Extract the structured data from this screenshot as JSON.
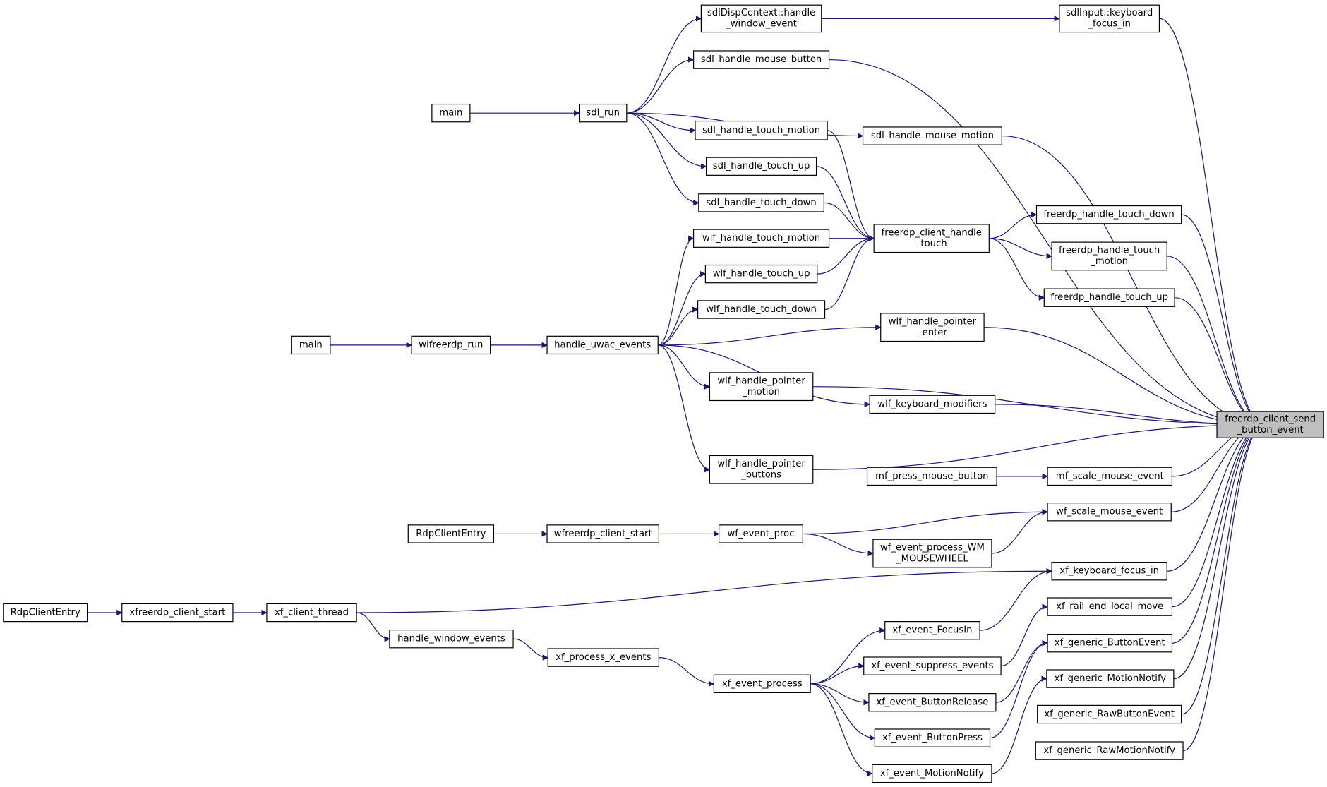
{
  "colors": {
    "edge": "#191970",
    "node_fill": "#ffffff",
    "highlight_fill": "#bfbfbf",
    "node_stroke": "#000000"
  },
  "nodes": [
    {
      "id": "target",
      "lines": [
        "freerdp_client_send",
        "_button_event"
      ],
      "highlight": true
    },
    {
      "id": "sdlinput_kbfocus",
      "lines": [
        "sdlInput::keyboard",
        "_focus_in"
      ]
    },
    {
      "id": "sdldisp_winevent",
      "lines": [
        "sdlDispContext::handle",
        "_window_event"
      ]
    },
    {
      "id": "sdl_mouse_button",
      "lines": [
        "sdl_handle_mouse_button"
      ]
    },
    {
      "id": "main_sdl",
      "lines": [
        "main"
      ]
    },
    {
      "id": "sdl_run",
      "lines": [
        "sdl_run"
      ]
    },
    {
      "id": "sdl_mouse_motion",
      "lines": [
        "sdl_handle_mouse_motion"
      ]
    },
    {
      "id": "sdl_touch_motion",
      "lines": [
        "sdl_handle_touch_motion"
      ]
    },
    {
      "id": "sdl_touch_up",
      "lines": [
        "sdl_handle_touch_up"
      ]
    },
    {
      "id": "sdl_touch_down",
      "lines": [
        "sdl_handle_touch_down"
      ]
    },
    {
      "id": "fr_handle_touch",
      "lines": [
        "freerdp_client_handle",
        "_touch"
      ]
    },
    {
      "id": "fr_touch_down",
      "lines": [
        "freerdp_handle_touch_down"
      ]
    },
    {
      "id": "fr_touch_motion",
      "lines": [
        "freerdp_handle_touch",
        "_motion"
      ]
    },
    {
      "id": "fr_touch_up",
      "lines": [
        "freerdp_handle_touch_up"
      ]
    },
    {
      "id": "wlf_touch_motion",
      "lines": [
        "wlf_handle_touch_motion"
      ]
    },
    {
      "id": "wlf_touch_up",
      "lines": [
        "wlf_handle_touch_up"
      ]
    },
    {
      "id": "wlf_touch_down",
      "lines": [
        "wlf_handle_touch_down"
      ]
    },
    {
      "id": "main_wlf",
      "lines": [
        "main"
      ]
    },
    {
      "id": "wlfreerdp_run",
      "lines": [
        "wlfreerdp_run"
      ]
    },
    {
      "id": "handle_uwac",
      "lines": [
        "handle_uwac_events"
      ]
    },
    {
      "id": "wlf_ptr_enter",
      "lines": [
        "wlf_handle_pointer",
        "_enter"
      ]
    },
    {
      "id": "wlf_ptr_motion",
      "lines": [
        "wlf_handle_pointer",
        "_motion"
      ]
    },
    {
      "id": "wlf_kb_mod",
      "lines": [
        "wlf_keyboard_modifiers"
      ]
    },
    {
      "id": "wlf_ptr_buttons",
      "lines": [
        "wlf_handle_pointer",
        "_buttons"
      ]
    },
    {
      "id": "mf_press",
      "lines": [
        "mf_press_mouse_button"
      ]
    },
    {
      "id": "mf_scale",
      "lines": [
        "mf_scale_mouse_event"
      ]
    },
    {
      "id": "rdp_entry_wf",
      "lines": [
        "RdpClientEntry"
      ]
    },
    {
      "id": "wfreerdp_start",
      "lines": [
        "wfreerdp_client_start"
      ]
    },
    {
      "id": "wf_event_proc",
      "lines": [
        "wf_event_proc"
      ]
    },
    {
      "id": "wf_scale",
      "lines": [
        "wf_scale_mouse_event"
      ]
    },
    {
      "id": "wf_wheel",
      "lines": [
        "wf_event_process_WM",
        "_MOUSEWHEEL"
      ]
    },
    {
      "id": "xf_kb_focus",
      "lines": [
        "xf_keyboard_focus_in"
      ]
    },
    {
      "id": "rdp_entry_xf",
      "lines": [
        "RdpClientEntry"
      ]
    },
    {
      "id": "xfreerdp_start",
      "lines": [
        "xfreerdp_client_start"
      ]
    },
    {
      "id": "xf_client_thread",
      "lines": [
        "xf_client_thread"
      ]
    },
    {
      "id": "handle_window_events",
      "lines": [
        "handle_window_events"
      ]
    },
    {
      "id": "xf_process_x",
      "lines": [
        "xf_process_x_events"
      ]
    },
    {
      "id": "xf_event_process",
      "lines": [
        "xf_event_process"
      ]
    },
    {
      "id": "xf_focusin",
      "lines": [
        "xf_event_FocusIn"
      ]
    },
    {
      "id": "xf_rail_end",
      "lines": [
        "xf_rail_end_local_move"
      ]
    },
    {
      "id": "xf_suppress",
      "lines": [
        "xf_event_suppress_events"
      ]
    },
    {
      "id": "xf_generic_btn",
      "lines": [
        "xf_generic_ButtonEvent"
      ]
    },
    {
      "id": "xf_btn_release",
      "lines": [
        "xf_event_ButtonRelease"
      ]
    },
    {
      "id": "xf_generic_motion",
      "lines": [
        "xf_generic_MotionNotify"
      ]
    },
    {
      "id": "xf_btn_press",
      "lines": [
        "xf_event_ButtonPress"
      ]
    },
    {
      "id": "xf_generic_rawbtn",
      "lines": [
        "xf_generic_RawButtonEvent"
      ]
    },
    {
      "id": "xf_motion_notify",
      "lines": [
        "xf_event_MotionNotify"
      ]
    },
    {
      "id": "xf_generic_rawmotion",
      "lines": [
        "xf_generic_RawMotionNotify"
      ]
    }
  ],
  "edges": [
    [
      "sdlinput_kbfocus",
      "target"
    ],
    [
      "sdl_mouse_button",
      "target"
    ],
    [
      "sdl_mouse_motion",
      "target"
    ],
    [
      "fr_touch_down",
      "target"
    ],
    [
      "fr_touch_motion",
      "target"
    ],
    [
      "fr_touch_up",
      "target"
    ],
    [
      "wlf_ptr_enter",
      "target"
    ],
    [
      "wlf_ptr_motion",
      "target"
    ],
    [
      "wlf_kb_mod",
      "target"
    ],
    [
      "wlf_ptr_buttons",
      "target"
    ],
    [
      "mf_scale",
      "target"
    ],
    [
      "wf_scale",
      "target"
    ],
    [
      "xf_kb_focus",
      "target"
    ],
    [
      "xf_rail_end",
      "target"
    ],
    [
      "xf_generic_btn",
      "target"
    ],
    [
      "xf_generic_motion",
      "target"
    ],
    [
      "xf_generic_rawbtn",
      "target"
    ],
    [
      "xf_generic_rawmotion",
      "target"
    ],
    [
      "sdldisp_winevent",
      "sdlinput_kbfocus"
    ],
    [
      "sdl_run",
      "sdldisp_winevent"
    ],
    [
      "sdl_run",
      "sdl_mouse_button"
    ],
    [
      "sdl_run",
      "sdl_mouse_motion"
    ],
    [
      "sdl_run",
      "sdl_touch_motion"
    ],
    [
      "sdl_run",
      "sdl_touch_up"
    ],
    [
      "sdl_run",
      "sdl_touch_down"
    ],
    [
      "main_sdl",
      "sdl_run"
    ],
    [
      "sdl_touch_motion",
      "fr_handle_touch"
    ],
    [
      "sdl_touch_up",
      "fr_handle_touch"
    ],
    [
      "sdl_touch_down",
      "fr_handle_touch"
    ],
    [
      "wlf_touch_motion",
      "fr_handle_touch"
    ],
    [
      "wlf_touch_up",
      "fr_handle_touch"
    ],
    [
      "wlf_touch_down",
      "fr_handle_touch"
    ],
    [
      "fr_handle_touch",
      "fr_touch_down"
    ],
    [
      "fr_handle_touch",
      "fr_touch_motion"
    ],
    [
      "fr_handle_touch",
      "fr_touch_up"
    ],
    [
      "handle_uwac",
      "wlf_touch_motion"
    ],
    [
      "handle_uwac",
      "wlf_touch_up"
    ],
    [
      "handle_uwac",
      "wlf_touch_down"
    ],
    [
      "handle_uwac",
      "wlf_ptr_enter"
    ],
    [
      "handle_uwac",
      "wlf_ptr_motion"
    ],
    [
      "handle_uwac",
      "wlf_kb_mod"
    ],
    [
      "handle_uwac",
      "wlf_ptr_buttons"
    ],
    [
      "wlfreerdp_run",
      "handle_uwac"
    ],
    [
      "main_wlf",
      "wlfreerdp_run"
    ],
    [
      "mf_press",
      "mf_scale"
    ],
    [
      "wf_event_proc",
      "wf_scale"
    ],
    [
      "wf_event_proc",
      "wf_wheel"
    ],
    [
      "wf_wheel",
      "wf_scale"
    ],
    [
      "wfreerdp_start",
      "wf_event_proc"
    ],
    [
      "rdp_entry_wf",
      "wfreerdp_start"
    ],
    [
      "xf_client_thread",
      "xf_kb_focus"
    ],
    [
      "xf_focusin",
      "xf_kb_focus"
    ],
    [
      "xf_client_thread",
      "handle_window_events"
    ],
    [
      "xfreerdp_start",
      "xf_client_thread"
    ],
    [
      "rdp_entry_xf",
      "xfreerdp_start"
    ],
    [
      "handle_window_events",
      "xf_process_x"
    ],
    [
      "xf_process_x",
      "xf_event_process"
    ],
    [
      "xf_event_process",
      "xf_focusin"
    ],
    [
      "xf_event_process",
      "xf_suppress"
    ],
    [
      "xf_event_process",
      "xf_btn_release"
    ],
    [
      "xf_event_process",
      "xf_btn_press"
    ],
    [
      "xf_event_process",
      "xf_motion_notify"
    ],
    [
      "xf_suppress",
      "xf_rail_end"
    ],
    [
      "xf_btn_release",
      "xf_generic_btn"
    ],
    [
      "xf_btn_press",
      "xf_generic_btn"
    ],
    [
      "xf_motion_notify",
      "xf_generic_motion"
    ]
  ]
}
